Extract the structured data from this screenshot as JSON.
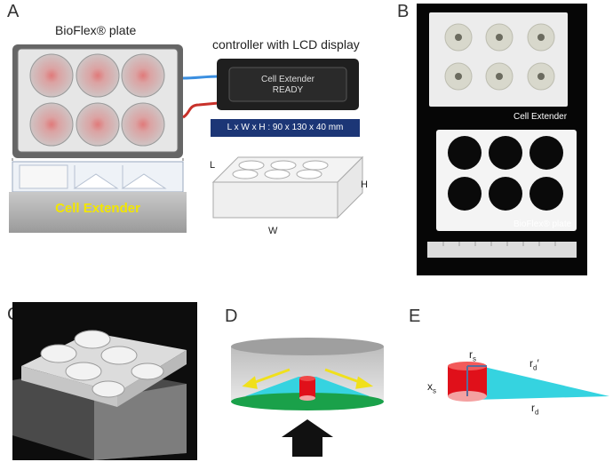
{
  "panels": {
    "a": {
      "letter": "A",
      "plate_label": "BioFlex® plate",
      "controller_label": "controller with LCD display",
      "lcd_line1": "Cell Extender",
      "lcd_line2": "READY",
      "dimensions": "L x W x H : 90 x 130 x 40 mm",
      "device_label": "Cell Extender",
      "axis_l": "L",
      "axis_w": "W",
      "axis_h": "H",
      "colors": {
        "device_text": "#f2e600",
        "dim_box": "#1c3676",
        "cable_blue": "#3b8fe0",
        "cable_red": "#c8312a"
      }
    },
    "b": {
      "letter": "B",
      "extender_caption": "Cell Extender",
      "plate_caption": "BioFlex® plate"
    },
    "c": {
      "letter": "C"
    },
    "d": {
      "letter": "D"
    },
    "e": {
      "letter": "E",
      "r_s": "r",
      "r_s_sub": "s",
      "r_d_prime": "r",
      "r_d_prime_sub": "d",
      "r_d_prime_mark": "′",
      "r_d": "r",
      "r_d_sub": "d",
      "x_s": "x",
      "x_s_sub": "s",
      "colors": {
        "cone": "#35d3e0",
        "cylinder": "#e0101a"
      }
    }
  }
}
